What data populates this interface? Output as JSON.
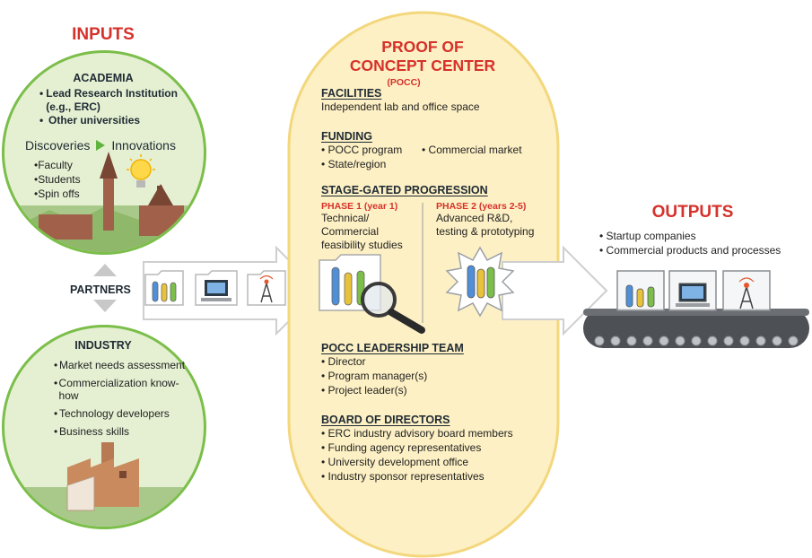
{
  "inputs": {
    "title": "INPUTS",
    "academia": {
      "title": "ACADEMIA",
      "items": [
        "Lead Research Institution (e.g., ERC)",
        "Other universities"
      ],
      "discoveries": "Discoveries",
      "innovations": "Innovations",
      "people": [
        "Faculty",
        "Students",
        "Spin offs"
      ]
    },
    "partners": "PARTNERS",
    "industry": {
      "title": "INDUSTRY",
      "items": [
        "Market needs assessment",
        "Commercialization know-how",
        "Technology developers",
        "Business skills"
      ]
    }
  },
  "pocc": {
    "title_line1": "PROOF OF",
    "title_line2": "CONCEPT CENTER",
    "abbr": "(POCC)",
    "facilities": {
      "title": "FACILITIES",
      "text": "Independent lab and office space"
    },
    "funding": {
      "title": "FUNDING",
      "items": [
        "POCC program",
        "Commercial market",
        "State/region"
      ]
    },
    "progression": {
      "title": "STAGE-GATED PROGRESSION",
      "phase1": {
        "title": "PHASE 1 (year 1)",
        "text": "Technical/ Commercial feasibility studies"
      },
      "phase2": {
        "title": "PHASE 2 (years 2-5)",
        "text": "Advanced R&D, testing & prototyping"
      }
    },
    "leadership": {
      "title": "POCC LEADERSHIP TEAM",
      "items": [
        "Director",
        "Program manager(s)",
        "Project leader(s)"
      ]
    },
    "board": {
      "title": "BOARD OF DIRECTORS",
      "items": [
        "ERC industry advisory board members",
        "Funding agency representatives",
        "University development office",
        "Industry sponsor representatives"
      ]
    }
  },
  "outputs": {
    "title": "OUTPUTS",
    "items": [
      "Startup companies",
      "Commercial products and processes"
    ]
  },
  "colors": {
    "red": "#d6312b",
    "green": "#7bbe4a",
    "green_fill": "#e5f0d3",
    "pocc_fill": "#fdf0c4",
    "pocc_border": "#f3d77d",
    "arrow_grey": "#cfcfcf"
  }
}
